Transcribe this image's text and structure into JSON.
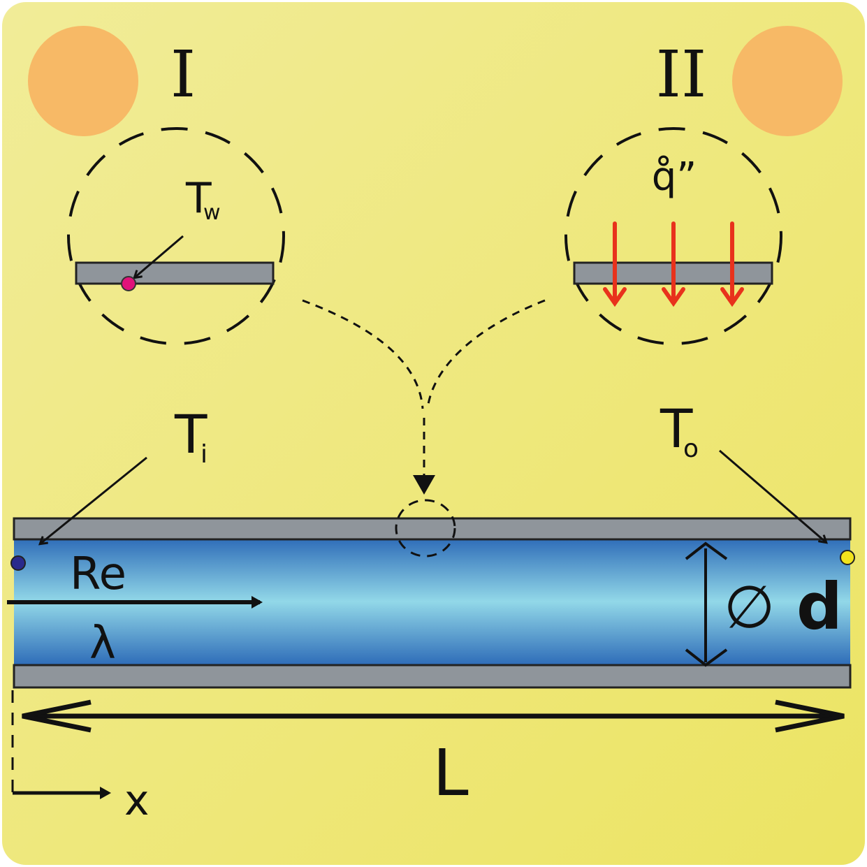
{
  "labels": {
    "case_one": "I",
    "case_two": "II",
    "wall_temperature_main": "T",
    "wall_temperature_sub": "w",
    "heat_flux": "q̊”",
    "inlet_temperature_main": "T",
    "inlet_temperature_sub": "i",
    "outlet_temperature_main": "T",
    "outlet_temperature_sub": "o",
    "reynolds": "Re",
    "friction": "λ",
    "diameter_symbol": "∅",
    "diameter": "d",
    "length": "L",
    "axis": "x"
  },
  "colors": {
    "background": "#efe77a",
    "case_circle": "#f7b966",
    "wall": "#8f959b",
    "fluid_edge": "#2e6cb8",
    "fluid_center": "#92d8e8",
    "heat_flux_arrows": "#e8321c",
    "wall_point": "#e0127a",
    "inlet_point": "#2a2a8c",
    "outlet_point": "#f2e41c"
  }
}
